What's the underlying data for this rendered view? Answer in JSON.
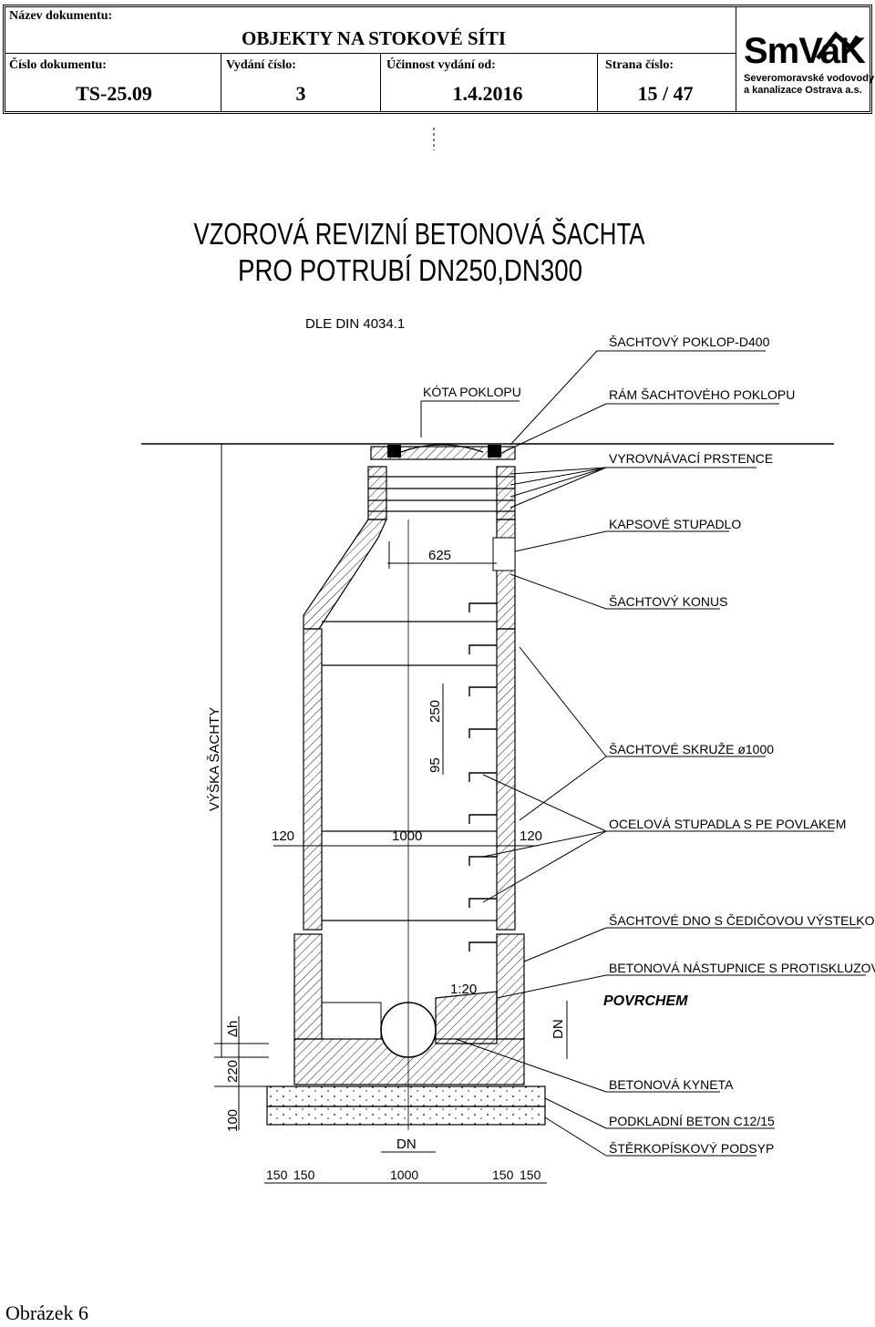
{
  "header": {
    "doc_name_label": "Název dokumentu:",
    "doc_name_value": "OBJEKTY NA STOKOVÉ SÍTI",
    "doc_number_label": "Číslo dokumentu:",
    "doc_number_value": "TS-25.09",
    "issue_label": "Vydání číslo:",
    "issue_value": "3",
    "effective_label": "Účinnost vydání od:",
    "effective_value": "1.4.2016",
    "page_label": "Strana číslo:",
    "page_value": "15 / 47",
    "logo_text": "SmVaK",
    "logo_line1": "Severomoravské vodovody",
    "logo_line2": "a kanalizace Ostrava a.s."
  },
  "drawing": {
    "title_line1": "VZOROVÁ REVIZNÍ BETONOVÁ ŠACHTA",
    "title_line2": "PRO POTRUBÍ DN250,DN300",
    "standard": "DLE DIN 4034.1",
    "labels": {
      "cover": "ŠACHTOVÝ POKLOP-D400",
      "cover_level": "KÓTA POKLOPU",
      "cover_frame": "RÁM ŠACHTOVÉHO POKLOPU",
      "leveling_rings": "VYROVNÁVACÍ PRSTENCE",
      "pocket_step": "KAPSOVÉ STUPADLO",
      "cone": "ŠACHTOVÝ KONUS",
      "rings": "ŠACHTOVÉ SKRUŽE ø1000",
      "steps": "OCELOVÁ STUPADLA S PE POVLAKEM",
      "bottom": "ŠACHTOVÉ DNO S ČEDIČOVOU VÝSTELKOU",
      "bench": "BETONOVÁ NÁSTUPNICE S PROTISKLUZOVÝM",
      "bench_hand": "POVRCHEM",
      "channel": "BETONOVÁ KYNETA",
      "base_concrete": "PODKLADNÍ BETON C12/15",
      "gravel": "ŠTĚRKOPÍSKOVÝ PODSYP"
    },
    "dimensions": {
      "opening": "625",
      "step_spacing": "250",
      "step_depth": "95",
      "wall_left": "120",
      "inner_diameter": "1000",
      "wall_right": "120",
      "slope": "1:20",
      "dn_right": "DN",
      "dn_bottom": "DN",
      "shaft_height": "VÝŠKA ŠACHTY",
      "delta_h": "Δh",
      "bottom_thickness": "220",
      "base_thickness": "100",
      "base_b1": "150",
      "base_b2": "150",
      "base_mid": "1000",
      "base_b3": "150",
      "base_b4": "150"
    }
  },
  "caption": "Obrázek 6"
}
